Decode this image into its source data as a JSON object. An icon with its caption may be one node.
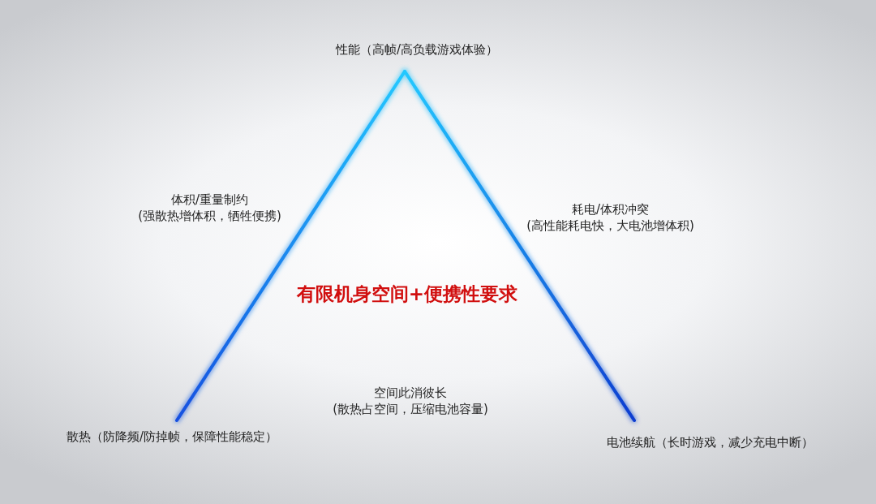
{
  "diagram": {
    "nodes": [
      {
        "text": [
          "性能（高帧/高负载游戏体验）"
        ]
      },
      {
        "text": [
          "散热（防降频/防掉帧，保障性能稳定）"
        ]
      },
      {
        "text": [
          "电池续航（长时游戏，减少充电中断）"
        ]
      }
    ],
    "edges": [
      {
        "from": 0,
        "to": 1,
        "arrow": "none",
        "label": "体积/重量制约 (强散热增体积，牺牲便携)"
      },
      {
        "from": 0,
        "to": 2,
        "arrow": "none",
        "label": "耗电/体积冲突 (高性能耗电快，大电池增体积)"
      },
      {
        "from": 1,
        "to": 2,
        "arrow": "none",
        "label": "空间此消彼长 (散热占空间，压缩电池容量)"
      }
    ],
    "labels": [
      "有限机身空间+便携性要求"
    ]
  }
}
